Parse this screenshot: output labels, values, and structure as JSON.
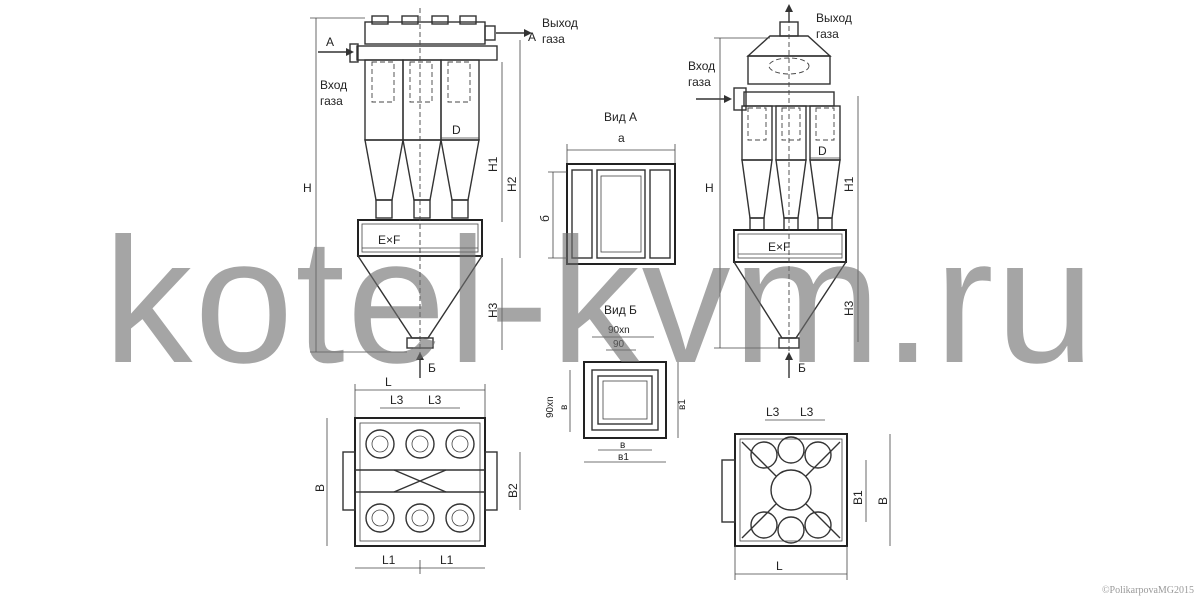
{
  "watermark": "kotel-kvm.ru",
  "copyright": "©PolikarpovaMG2015",
  "colors": {
    "line": "#333333",
    "watermark": "#6e6e6e",
    "background": "#ffffff"
  },
  "left_view": {
    "gas_out_1": "Выход",
    "gas_out_2": "газа",
    "gas_in_1": "Вход",
    "gas_in_2": "газа",
    "marker_a_left": "A",
    "marker_a_right": "A",
    "marker_b": "Б",
    "dim_h": "H",
    "dim_h1": "H1",
    "dim_h2": "H2",
    "dim_h3": "H3",
    "dim_d": "D",
    "dim_exf": "E×F"
  },
  "right_view": {
    "gas_out_1": "Выход",
    "gas_out_2": "газа",
    "gas_in_1": "Вход",
    "gas_in_2": "газа",
    "marker_b": "Б",
    "dim_h": "H",
    "dim_h1": "H1",
    "dim_h3": "H3",
    "dim_d": "D",
    "dim_exf": "E×F"
  },
  "view_a": {
    "title": "Вид А",
    "dim_a": "a",
    "dim_b": "б"
  },
  "view_b": {
    "title": "Вид Б",
    "dim_90xn_top": "90xn",
    "dim_90": "90",
    "dim_90xn_side": "90xn",
    "dim_v_side": "в",
    "dim_v1_side": "в1",
    "dim_v_bottom": "в",
    "dim_v1_bottom": "в1"
  },
  "plan_left": {
    "dim_l": "L",
    "dim_l3_a": "L3",
    "dim_l3_b": "L3",
    "dim_b": "B",
    "dim_b2": "B2",
    "dim_l1_a": "L1",
    "dim_l1_b": "L1"
  },
  "plan_right": {
    "dim_l3_a": "L3",
    "dim_l3_b": "L3",
    "dim_b1": "B1",
    "dim_b": "B",
    "dim_l": "L"
  }
}
